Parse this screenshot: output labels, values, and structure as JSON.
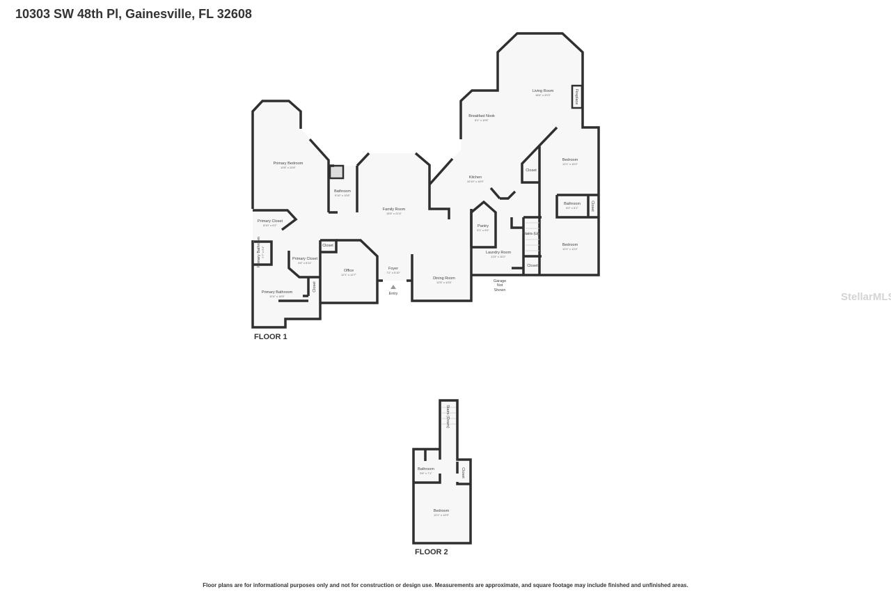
{
  "title": "10303 SW 48th Pl, Gainesville, FL 32608",
  "footer": "Floor plans are for informational purposes only and not for construction or design use. Measurements are approximate, and square footage may include finished and unfinished areas.",
  "watermark": "StellarMLS",
  "floors": [
    {
      "label": "FLOOR 1",
      "rooms": [
        {
          "name": "Primary Bedroom",
          "dim": "10'8\" x 20'6\""
        },
        {
          "name": "Bathroom",
          "dim": "5'10\" x 10'6\""
        },
        {
          "name": "Primary Closet",
          "dim": "8'10\" x 6'2\""
        },
        {
          "name": "Primary Bathroom",
          "dim": "2'7\" x 5'4\""
        },
        {
          "name": "Primary Closet",
          "dim": "6'6\" x 8'11\""
        },
        {
          "name": "Primary Bathroom",
          "dim": "12'4\" x 16'5\""
        },
        {
          "name": "Closet",
          "dim": ""
        },
        {
          "name": "Closet",
          "dim": ""
        },
        {
          "name": "Office",
          "dim": "12'1\" x 12'7\""
        },
        {
          "name": "Foyer",
          "dim": "7'2\" x 5'10\""
        },
        {
          "name": "Family Room",
          "dim": "15'5\" x 21'4\""
        },
        {
          "name": "Dining Room",
          "dim": "12'5\" x 10'5\""
        },
        {
          "name": "Pantry",
          "dim": "5'1\" x 9'0\""
        },
        {
          "name": "Laundry Room",
          "dim": "11'5\" x 10'2\""
        },
        {
          "name": "Kitchen",
          "dim": "10'10\" x 16'9\""
        },
        {
          "name": "Breakfast Nook",
          "dim": "8'1\" x 10'6\""
        },
        {
          "name": "Living Room",
          "dim": "18'6\" x 20'3\""
        },
        {
          "name": "Fireplace",
          "dim": ""
        },
        {
          "name": "Bedroom",
          "dim": "12'1\" x 15'2\""
        },
        {
          "name": "Closet",
          "dim": ""
        },
        {
          "name": "Bathroom",
          "dim": "8'2\" x 5'1\""
        },
        {
          "name": "Closet",
          "dim": ""
        },
        {
          "name": "Stairs (Up)",
          "dim": ""
        },
        {
          "name": "Bedroom",
          "dim": "12'1\" x 12'4\""
        },
        {
          "name": "Closet",
          "dim": ""
        }
      ],
      "notes": {
        "entry": "Entry",
        "garage": [
          "Garage",
          "Not",
          "Shown"
        ]
      }
    },
    {
      "label": "FLOOR 2",
      "rooms": [
        {
          "name": "Stairs (Down)",
          "dim": ""
        },
        {
          "name": "Bathroom",
          "dim": "5'8\" x 7'1\""
        },
        {
          "name": "Closet",
          "dim": ""
        },
        {
          "name": "Bedroom",
          "dim": "12'1\" x 12'9\""
        }
      ]
    }
  ]
}
